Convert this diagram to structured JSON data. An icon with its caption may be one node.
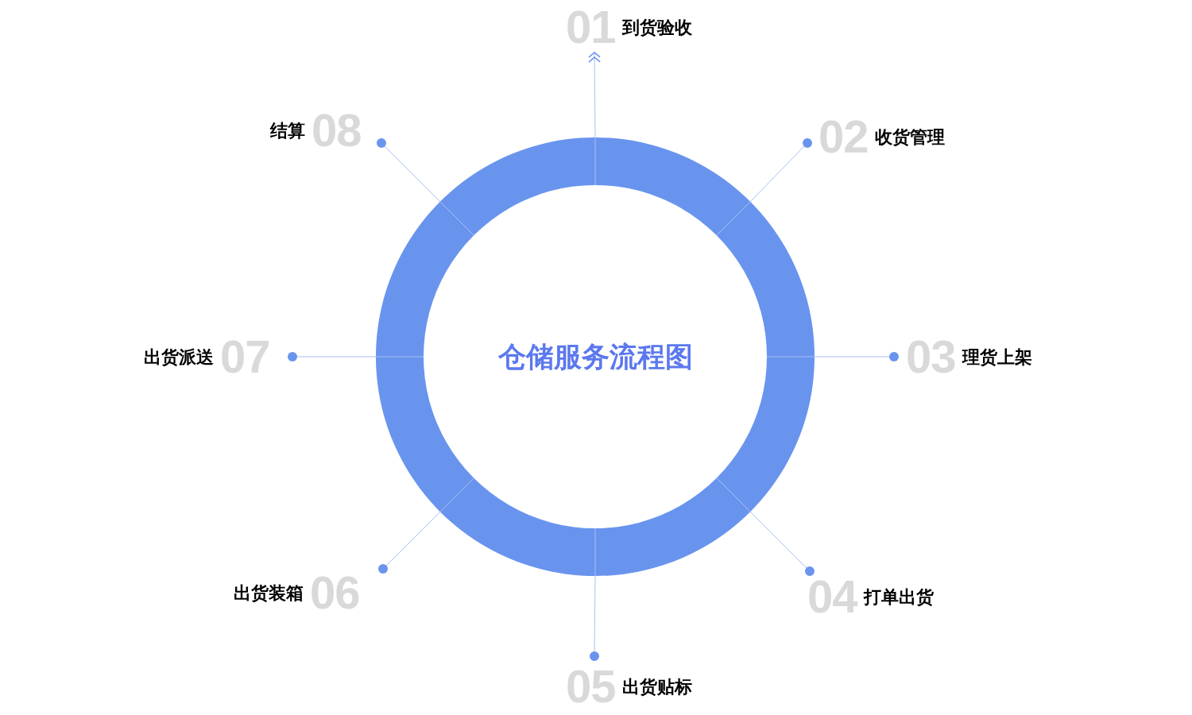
{
  "diagram": {
    "nodes": [
      {
        "text": [
          "仓储服务流程图"
        ]
      },
      {
        "text": [
          "01",
          "到货验收"
        ]
      },
      {
        "text": [
          "02",
          "收货管理"
        ]
      },
      {
        "text": [
          "03",
          "理货上架"
        ]
      },
      {
        "text": [
          "04",
          "打单出货"
        ]
      },
      {
        "text": [
          "05",
          "出货贴标"
        ]
      },
      {
        "text": [
          "出货装箱",
          "06"
        ]
      },
      {
        "text": [
          "出货派送",
          "07"
        ]
      },
      {
        "text": [
          "结算",
          "08"
        ]
      }
    ],
    "edges": [
      {
        "from": 0,
        "to": 1,
        "arrow": "to"
      },
      {
        "from": 0,
        "to": 2,
        "arrow": "other"
      },
      {
        "from": 0,
        "to": 3,
        "arrow": "other"
      },
      {
        "from": 0,
        "to": 4,
        "arrow": "other"
      },
      {
        "from": 0,
        "to": 5,
        "arrow": "other"
      },
      {
        "from": 0,
        "to": 6,
        "arrow": "other"
      },
      {
        "from": 0,
        "to": 7,
        "arrow": "other"
      },
      {
        "from": 0,
        "to": 8,
        "arrow": "other"
      }
    ]
  }
}
